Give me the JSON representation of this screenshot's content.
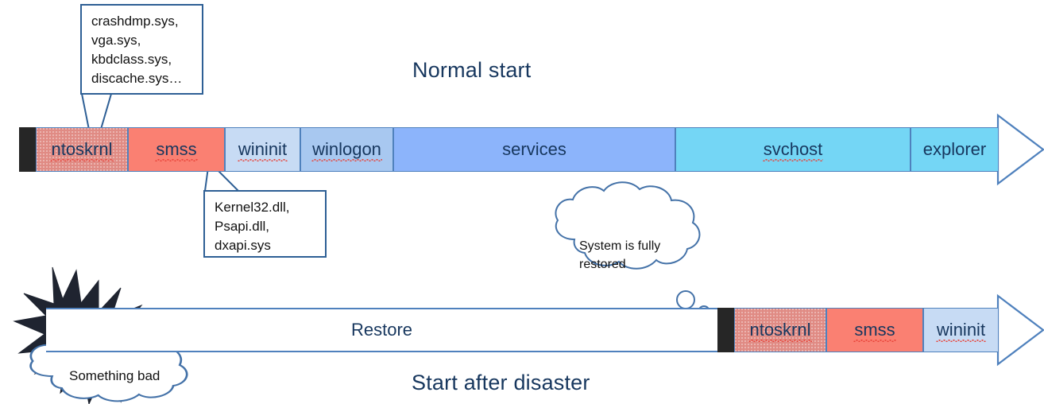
{
  "diagram": {
    "title_normal": "Normal start",
    "title_disaster": "Start after disaster"
  },
  "normal_timeline": {
    "segments": [
      {
        "name": "boot",
        "label": "",
        "spell": false
      },
      {
        "name": "ntoskrnl",
        "label": "ntoskrnl",
        "spell": true
      },
      {
        "name": "smss",
        "label": "smss",
        "spell": true
      },
      {
        "name": "wininit",
        "label": "wininit",
        "spell": true
      },
      {
        "name": "winlogon",
        "label": "winlogon",
        "spell": true
      },
      {
        "name": "services",
        "label": "services",
        "spell": false
      },
      {
        "name": "svchost",
        "label": "svchost",
        "spell": true
      },
      {
        "name": "explorer",
        "label": "explorer",
        "spell": false
      }
    ]
  },
  "disaster_timeline": {
    "restore_label": "Restore",
    "segments": [
      {
        "name": "boot",
        "label": "",
        "spell": false
      },
      {
        "name": "ntoskrnl",
        "label": "ntoskrnl",
        "spell": true
      },
      {
        "name": "smss",
        "label": "smss",
        "spell": true
      },
      {
        "name": "wininit",
        "label": "wininit",
        "spell": true
      }
    ]
  },
  "callouts": {
    "drivers": "crashdmp.sys,\nvga.sys,\nkbdclass.sys,\ndiscache.sys…",
    "libraries": "Kernel32.dll,\nPsapi.dll,\ndxapi.sys"
  },
  "clouds": {
    "restored": "System is fully\nrestored",
    "bad": "Something bad"
  },
  "colors": {
    "outline": "#4f81bd",
    "callout_border": "#2e5f95",
    "text": "#17375e",
    "boot_black": "#262626",
    "ntoskrnl": "#e08b84",
    "smss": "#fa8072",
    "wininit": "#c7dbf4",
    "winlogon": "#a8c8f0",
    "services": "#8cb4fb",
    "svchost": "#74d6f5",
    "explorer": "#74d6f5",
    "explosion": "#1f2430"
  }
}
